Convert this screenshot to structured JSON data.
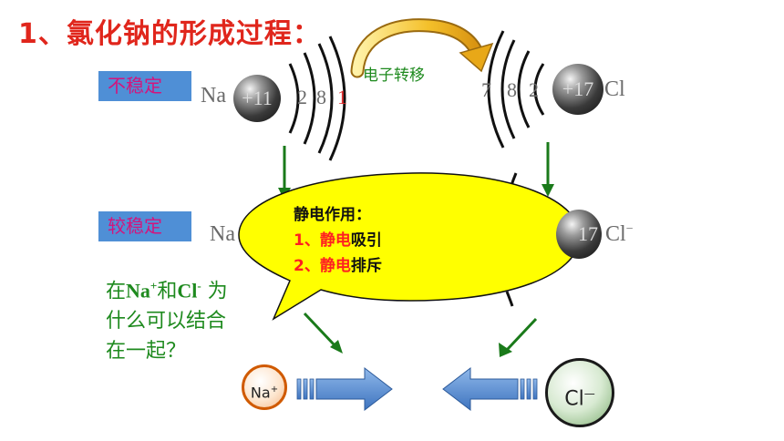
{
  "title": "1、氯化钠的形成过程：",
  "labels": {
    "unstable": "不稳定",
    "more_stable": "较稳定",
    "electron_transfer": "电子转移"
  },
  "sodium_atom": {
    "symbol": "Na",
    "nucleus": "+11",
    "shells": [
      "2",
      "8",
      "1"
    ]
  },
  "chlorine_atom": {
    "symbol": "Cl",
    "nucleus": "+17",
    "shells": [
      "7",
      "8",
      "2"
    ]
  },
  "sodium_ion_partial": {
    "symbol": "Na"
  },
  "chloride_ion_partial": {
    "nucleus": "17",
    "symbol": "Cl"
  },
  "question": {
    "part1_pre": "在",
    "na": "Na",
    "na_sup": "+",
    "and": "和",
    "cl": "Cl",
    "cl_sup": "-",
    "part1_post": " 为",
    "line2": "什么可以结合",
    "line3": "在一起？"
  },
  "callout": {
    "heading": "静电作用：",
    "item1_num": "1、",
    "item1_key": "静电",
    "item1_rest": "吸引",
    "item2_num": "2、",
    "item2_key": "静电",
    "item2_rest": "排斥"
  },
  "ions": {
    "na_text": "Na",
    "na_sup": "+",
    "cl_text": "Cl",
    "cl_sup": "—"
  },
  "colors": {
    "title": "#e0261c",
    "tag_bg": "#4f8fd6",
    "tag_text": "#d4147c",
    "green": "#1e8a1e",
    "callout_fill": "#ffff00",
    "arrow_blue": "#5a8fd0",
    "transfer_arrow": "#f0b020"
  }
}
